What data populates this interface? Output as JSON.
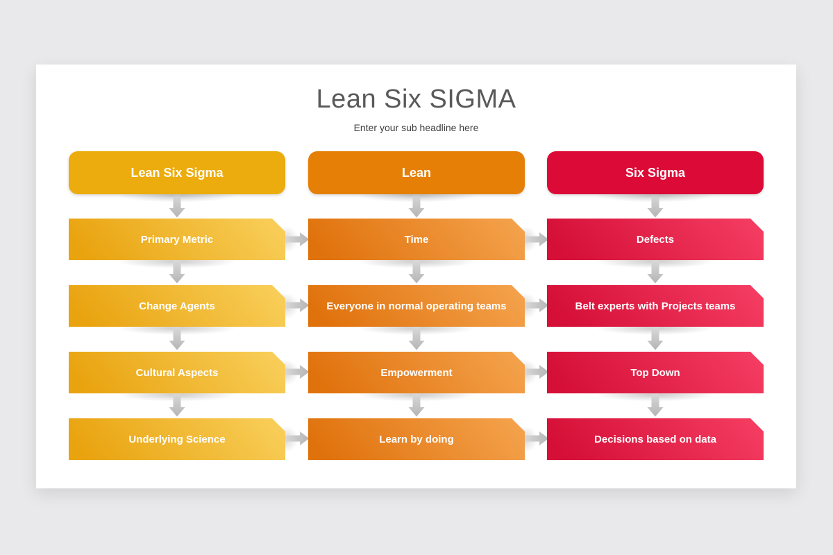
{
  "slide": {
    "title": "Lean Six SIGMA",
    "subtitle": "Enter your sub headline here"
  },
  "colors": {
    "page_background": "#e9e8ea",
    "slide_background": "#ffffff",
    "title_text": "#595959",
    "subtitle_text": "#404040",
    "box_text": "#ffffff",
    "arrow_gray": "#c2c2c2"
  },
  "columns": [
    {
      "header": "Lean Six Sigma",
      "colors": {
        "header": "#ecac0d",
        "row_gradient": [
          "#e9a30f",
          "#f9d05c"
        ]
      },
      "rows": [
        "Primary Metric",
        "Change Agents",
        "Cultural Aspects",
        "Underlying Science"
      ]
    },
    {
      "header": "Lean",
      "colors": {
        "header": "#e57f06",
        "row_gradient": [
          "#e0720c",
          "#f5a44f"
        ]
      },
      "rows": [
        "Time",
        "Everyone in normal operating teams",
        "Empowerment",
        "Learn by doing"
      ]
    },
    {
      "header": "Six Sigma",
      "colors": {
        "header": "#dc0a36",
        "row_gradient": [
          "#d50f37",
          "#f63e63"
        ]
      },
      "rows": [
        "Defects",
        "Belt experts with Projects teams",
        "Top Down",
        "Decisions based on data"
      ]
    }
  ]
}
